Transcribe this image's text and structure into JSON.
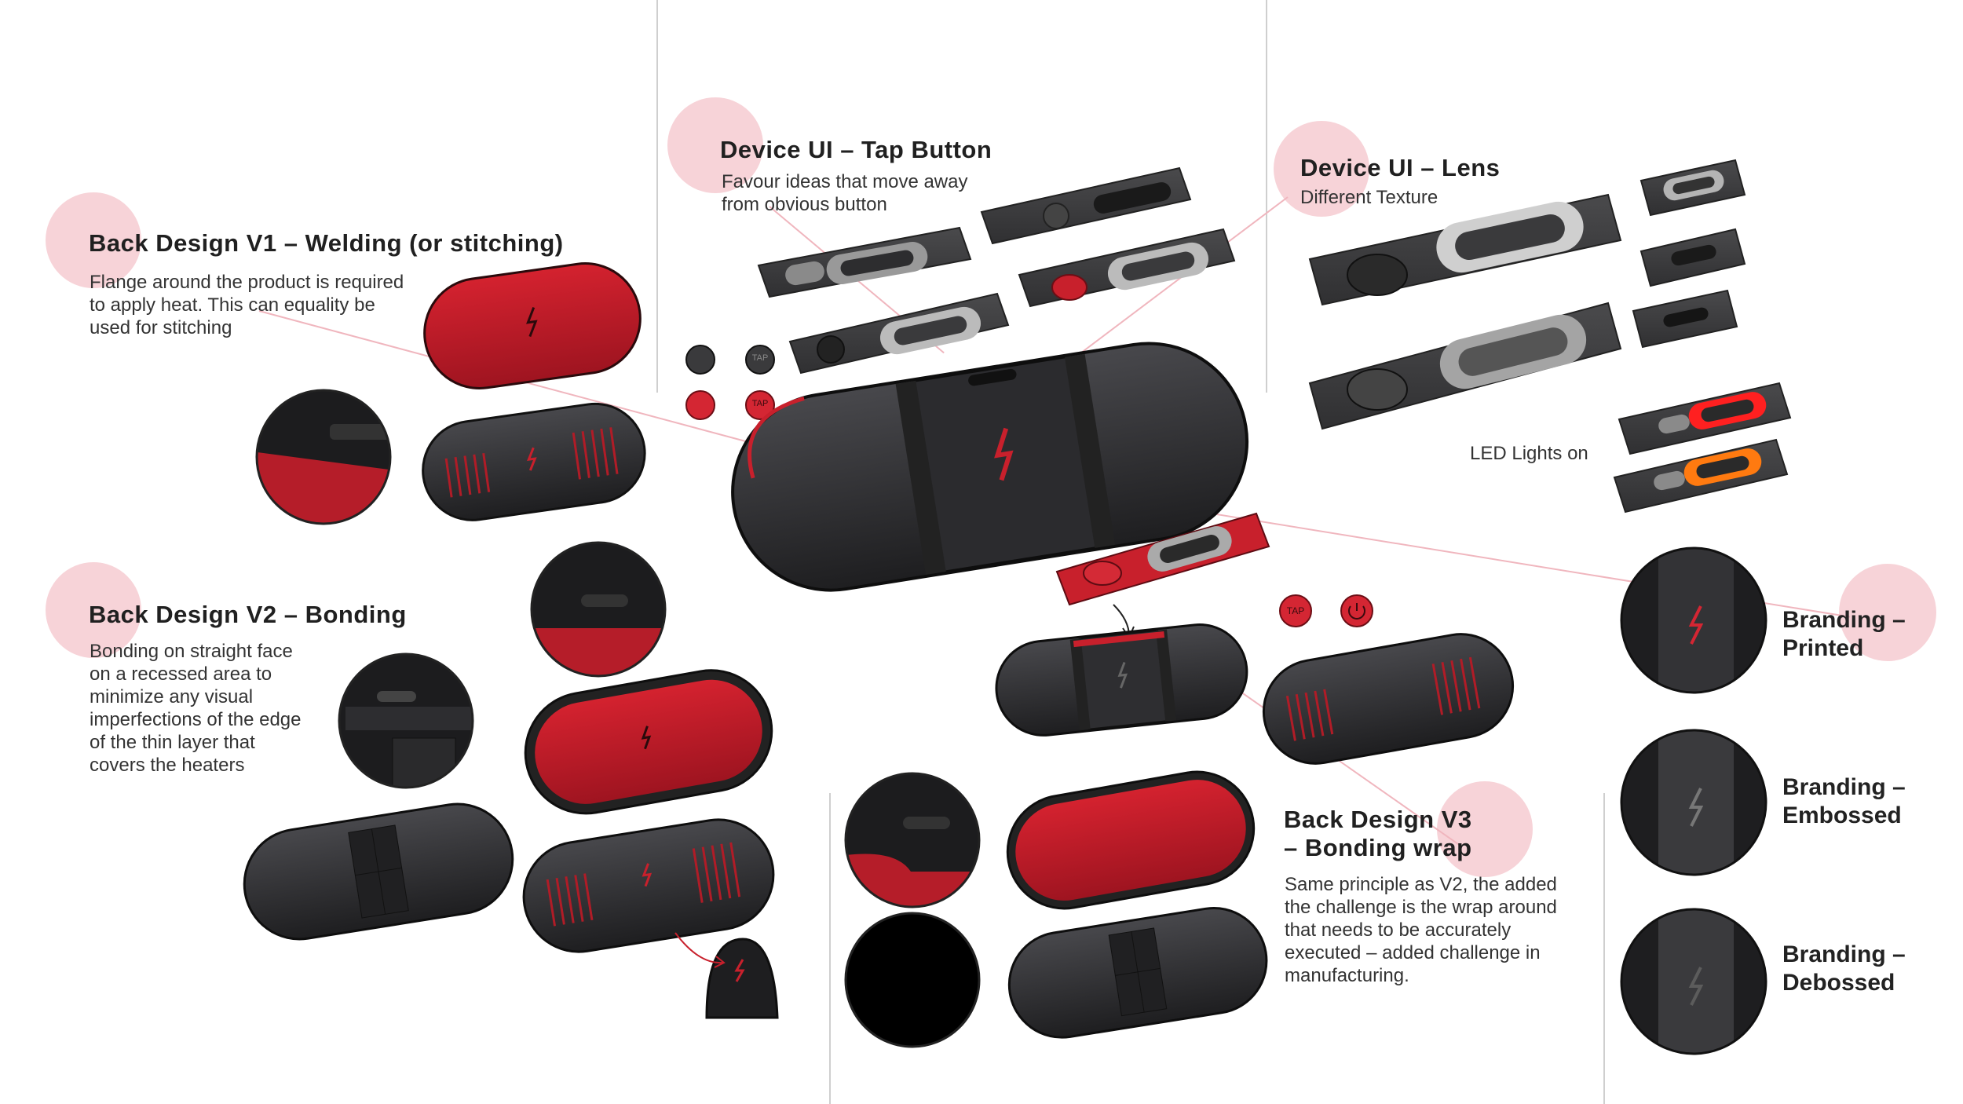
{
  "sections": {
    "back_v1": {
      "title": "Back Design V1 – Welding (or stitching)",
      "desc": "Flange around the product is required\nto apply heat. This can equality be\nused for stitching"
    },
    "back_v2": {
      "title": "Back Design V2 – Bonding",
      "desc": "Bonding on straight face\non a recessed area to\nminimize any visual\nimperfections of the edge\nof the thin layer that\ncovers the heaters"
    },
    "tap_button": {
      "title": "Device UI – Tap Button",
      "desc": "Favour ideas that move away\nfrom obvious button"
    },
    "lens": {
      "title": "Device UI – Lens",
      "desc": "Different Texture"
    },
    "led": {
      "label": "LED Lights on"
    },
    "back_v3": {
      "title": "Back Design V3\n– Bonding wrap",
      "desc": "Same principle as V2, the added\nthe challenge is the wrap around\nthat needs to be accurately\nexecuted – added challenge in\nmanufacturing."
    },
    "branding": {
      "printed": "Branding –\nPrinted",
      "embossed": "Branding –\nEmbossed",
      "debossed": "Branding –\nDebossed"
    }
  },
  "button_glyphs": {
    "tap": "TAP"
  },
  "colors": {
    "accent_red": "#c8202c",
    "dark_body": "#2a2a2d",
    "pink_blob": "#f7d3d8",
    "led_red": "#ff2020",
    "led_orange": "#ff7a10"
  }
}
